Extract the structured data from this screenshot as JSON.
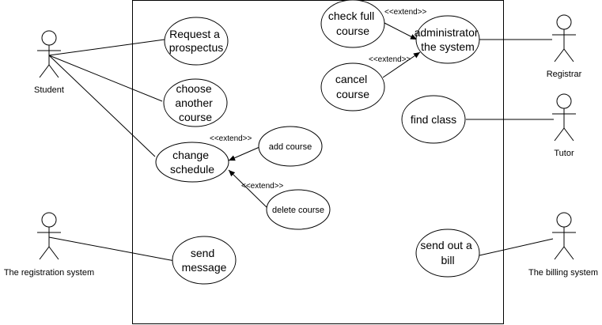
{
  "actors": {
    "student": "Student",
    "registration_system": "The registration system",
    "registrar": "Registrar",
    "tutor": "Tutor",
    "billing_system": "The billing system"
  },
  "use_cases": {
    "request_prospectus": [
      "Request a",
      "prospectus"
    ],
    "choose_another_course": [
      "choose",
      "another",
      "course"
    ],
    "change_schedule": [
      "change",
      "schedule"
    ],
    "add_course": [
      "add course"
    ],
    "delete_course": [
      "delete course"
    ],
    "send_message": [
      "send",
      "message"
    ],
    "check_full_course": [
      "check full",
      "course"
    ],
    "cancel_course": [
      "cancel",
      "course"
    ],
    "administrator_system": [
      "administrator",
      "the system"
    ],
    "find_class": [
      "find class"
    ],
    "send_out_bill": [
      "send out a",
      "bill"
    ]
  },
  "relations": {
    "extend_label": "<<extend>>"
  }
}
